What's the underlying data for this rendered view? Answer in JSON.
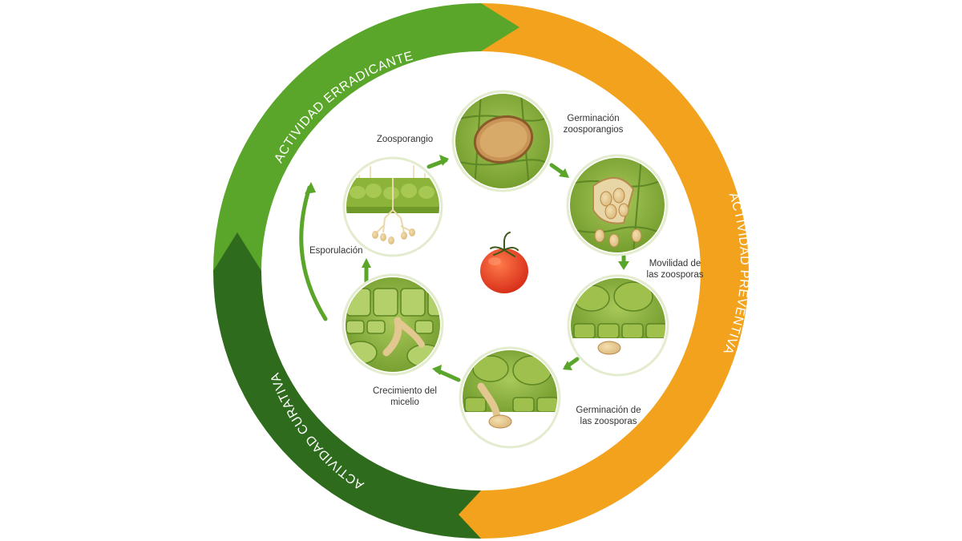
{
  "ring": {
    "erradicante_label": "ACTIVIDAD ERRADICANTE",
    "preventiva_label": "ACTIVIDAD PREVENTIVA",
    "curativa_label": "ACTIVIDAD CURATIVA"
  },
  "stages": {
    "zoosporangio": "Zoosporangio",
    "germinacion_zoosporangios_1": "Germinación",
    "germinacion_zoosporangios_2": "zoosporangios",
    "movilidad_1": "Movilidad de",
    "movilidad_2": "las zoosporas",
    "germinacion_zoosporas_1": "Germinación de",
    "germinacion_zoosporas_2": "las zoosporas",
    "crecimiento_1": "Crecimiento del",
    "crecimiento_2": "micelio",
    "esporulacion": "Esporulación"
  },
  "icons": {
    "center": "tomato-icon"
  },
  "colors": {
    "erradicante": "#5aa62a",
    "preventiva": "#f3a21d",
    "curativa": "#2f6b1c",
    "leaf_tissue": "#8cb43a",
    "arrow": "#5aa62a"
  }
}
